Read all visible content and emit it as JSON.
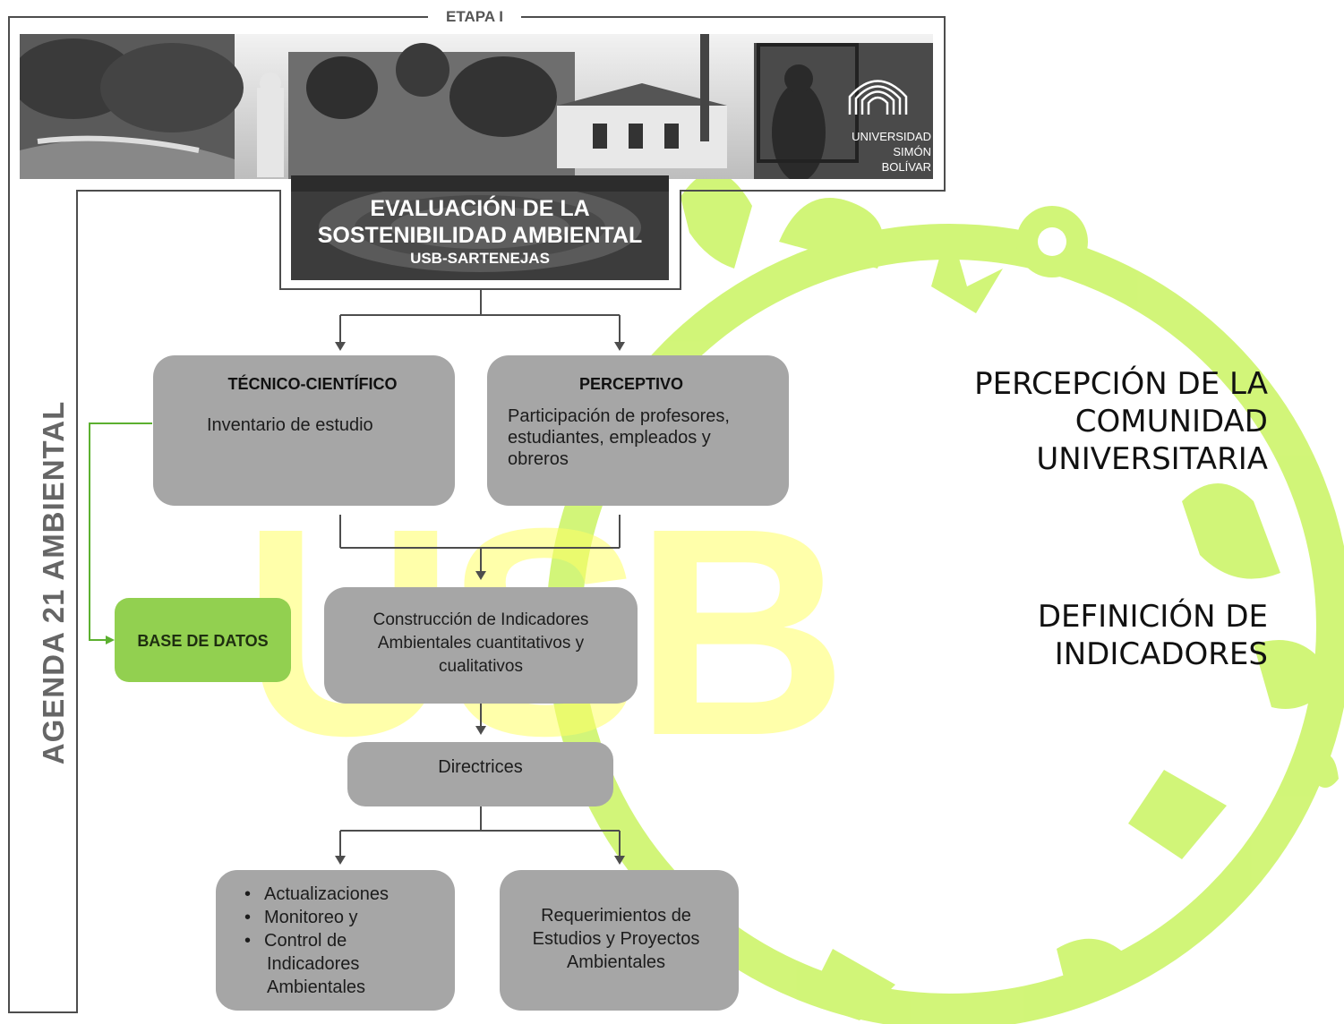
{
  "frame": {
    "stage_label": "ETAPA I",
    "agenda_label": "AGENDA 21 AMBIENTAL"
  },
  "banner": {
    "title_line1": "EVALUACIÓN DE LA",
    "title_line2": "SOSTENIBILIDAD AMBIENTAL",
    "subtitle": "USB-SARTENEJAS",
    "university_line1": "UNIVERSIDAD",
    "university_line2": "SIMÓN",
    "university_line3": "BOLÍVAR"
  },
  "boxes": {
    "tecnico": {
      "title": "TÉCNICO-CIENTÍFICO",
      "text": "Inventario de estudio"
    },
    "perceptivo": {
      "title": "PERCEPTIVO",
      "text": "Participación de profesores, estudiantes, empleados y obreros"
    },
    "base_datos": {
      "text": "BASE DE DATOS"
    },
    "construccion": {
      "text": "Construcción de Indicadores Ambientales cuantitativos y cualitativos"
    },
    "directrices": {
      "text": "Directrices"
    },
    "actualizaciones": {
      "items": [
        "Actualizaciones",
        "Monitoreo y",
        "Control de",
        "Indicadores Ambientales"
      ]
    },
    "requerimientos": {
      "text": "Requerimientos de Estudios y Proyectos Ambientales"
    }
  },
  "side_labels": {
    "percepcion": "PERCEPCIÓN DE LA COMUNIDAD UNIVERSITARIA",
    "definicion": "DEFINICIÓN DE INDICADORES"
  },
  "background": {
    "watermark_text": "USB",
    "watermark_color": "#ffff66",
    "ring_color": "#c6ef5a"
  },
  "colors": {
    "box_gray": "#a6a6a6",
    "box_green": "#92d050",
    "connector": "#4d4d4d",
    "green_connector": "#5cb030"
  }
}
